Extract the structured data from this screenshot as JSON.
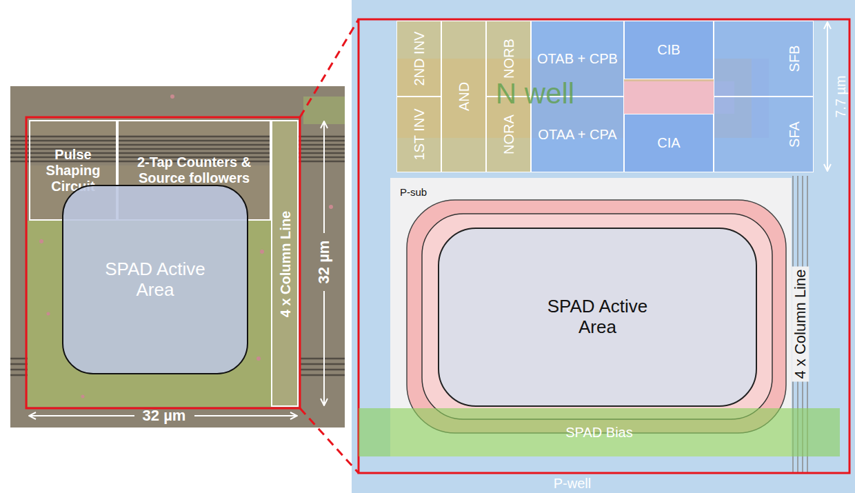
{
  "diagram": {
    "nodes": [
      {
        "text": [
          "Pulse Shaping Circuit"
        ]
      },
      {
        "text": [
          "2-Tap Counters & Source followers"
        ]
      },
      {
        "text": [
          "4 x Column Line"
        ]
      },
      {
        "text": [
          "SPAD Active Area"
        ]
      },
      {
        "text": [
          "P-well"
        ]
      },
      {
        "text": [
          "2ND INV"
        ],
        "in": 4
      },
      {
        "text": [
          "1ST INV"
        ],
        "in": 4
      },
      {
        "text": [
          "AND"
        ],
        "in": 4
      },
      {
        "text": [
          "NORB"
        ],
        "in": 4
      },
      {
        "text": [
          "NORA"
        ],
        "in": 4
      },
      {
        "text": [
          "OTAB + CPB"
        ],
        "in": 4
      },
      {
        "text": [
          "OTAA + CPA"
        ],
        "in": 4
      },
      {
        "text": [
          "CIB"
        ],
        "in": 4
      },
      {
        "text": [
          "CIA"
        ],
        "in": 4
      },
      {
        "text": [
          "SFB"
        ],
        "in": 4
      },
      {
        "text": [
          "SFA"
        ],
        "in": 4
      },
      {
        "text": [
          "P-sub"
        ],
        "in": 4
      },
      {
        "text": [
          "SPAD Active Area"
        ],
        "in": 16
      },
      {
        "text": [
          "SPAD Bias"
        ],
        "in": 4
      }
    ],
    "labels": [
      "32 µm",
      "32 µm",
      "N well",
      "7.7 µm",
      "4 x Column Line"
    ]
  }
}
